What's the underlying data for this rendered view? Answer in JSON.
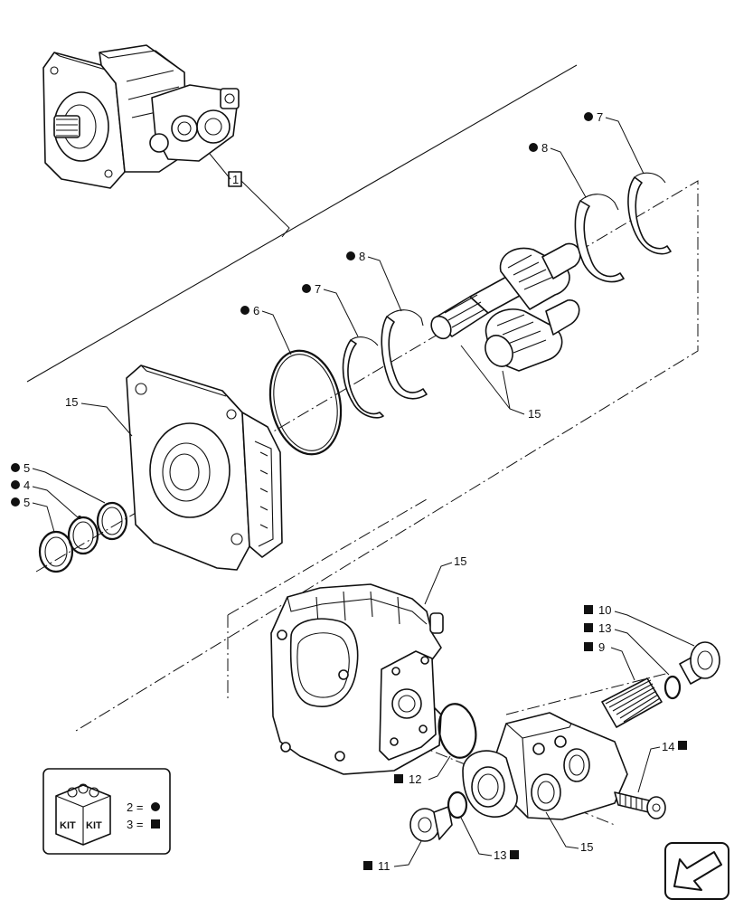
{
  "callouts": {
    "c1": "1",
    "c4": "4",
    "c5a": "5",
    "c5b": "5",
    "c6": "6",
    "c7a": "7",
    "c7b": "7",
    "c8a": "8",
    "c8b": "8",
    "c9": "9",
    "c10": "10",
    "c11": "11",
    "c12": "12",
    "c13a": "13",
    "c13b": "13",
    "c14": "14",
    "c15a": "15",
    "c15b": "15",
    "c15c": "15",
    "c15d": "15"
  },
  "kit": {
    "label_left": "KIT",
    "label_right": "KIT",
    "legend_circle": "2 =",
    "legend_square": "3 ="
  },
  "nav": {
    "icon": "back-arrow-icon"
  }
}
